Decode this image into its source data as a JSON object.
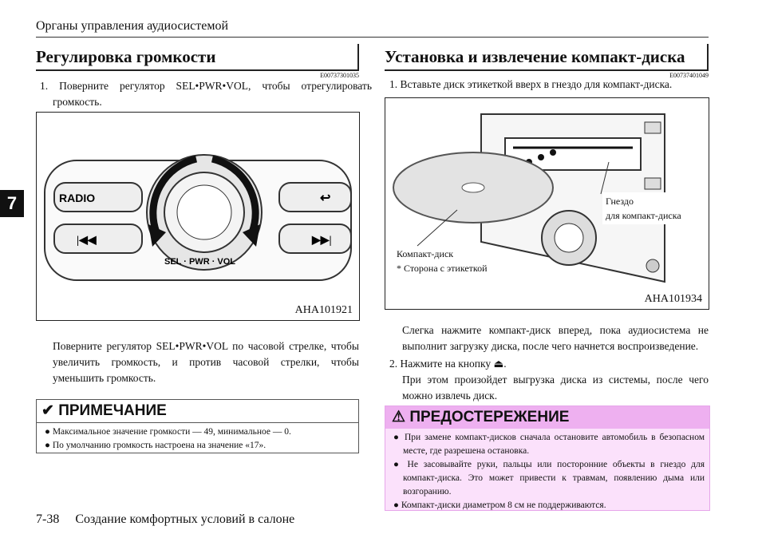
{
  "header": "Органы управления аудиосистемой",
  "chapter_tab": "7",
  "left": {
    "title": "Регулировка громкости",
    "code": "E00737301035",
    "step1": "1. Поверните регулятор SEL•PWR•VOL, чтобы отрегулировать громкость.",
    "figure": {
      "id": "AHA101921",
      "buttons": [
        "RADIO",
        "SEL",
        "PWR",
        "VOL"
      ]
    },
    "para": "Поверните регулятор SEL•PWR•VOL по часовой стрелке, чтобы увеличить громкость, и против часовой стрелки, чтобы уменьшить громкость.",
    "note": {
      "title": "ПРИМЕЧАНИЕ",
      "items": [
        "Максимальное значение громкости — 49, минимальное — 0.",
        "По умолчанию громкость настроена на значение «17»."
      ]
    }
  },
  "right": {
    "title": "Установка и извлечение компакт-диска",
    "code": "E00737401049",
    "step1": "1. Вставьте диск этикеткой вверх в гнездо для компакт-диска.",
    "figure": {
      "id": "AHA101934",
      "slot_label_1": "Гнездо",
      "slot_label_2": "для компакт-диска",
      "disc_label": "Компакт-диск",
      "side_label": "* Сторона с этикеткой"
    },
    "para": "Слегка нажмите компакт-диск вперед, пока аудиосистема не выполнит загрузку диска, после чего начнется воспроизведение.",
    "step2": "2. Нажмите на кнопку",
    "step2_end": ".",
    "para2": "При этом произойдет выгрузка диска из системы, после чего можно извлечь диск.",
    "warning": {
      "title": "ПРЕДОСТЕРЕЖЕНИЕ",
      "items": [
        "При замене компакт-дисков сначала остановите автомобиль в безопасном месте, где разрешена остановка.",
        "Не засовывайте руки, пальцы или посторонние объекты в гнездо для компакт-диска. Это может привести к травмам, появлению дыма или возгоранию.",
        "Компакт-диски диаметром 8 см не поддерживаются."
      ]
    }
  },
  "footer": "7-38     Создание комфортных условий в салоне"
}
